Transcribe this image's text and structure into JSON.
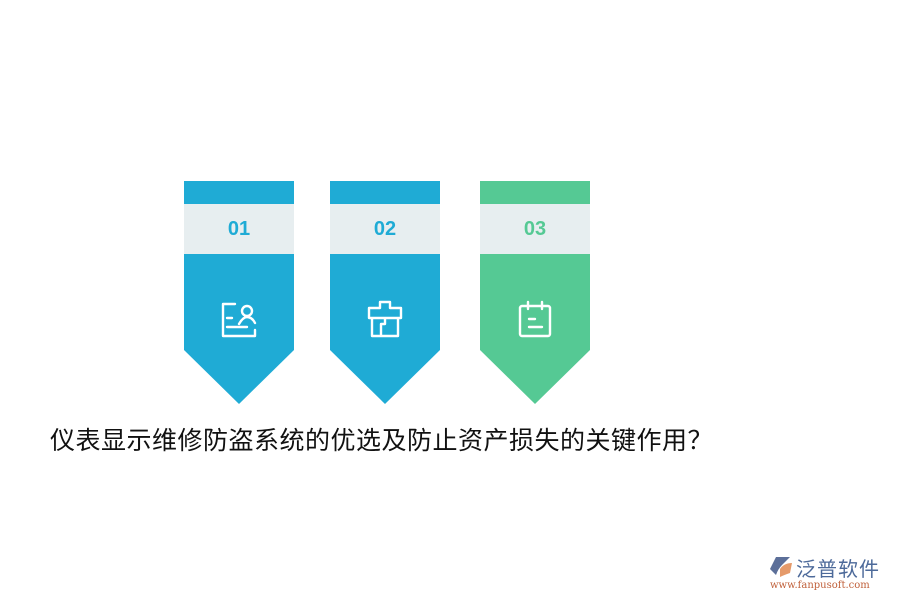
{
  "steps": [
    {
      "number": "01",
      "icon": "id-card-icon",
      "color": "#1fabd5"
    },
    {
      "number": "02",
      "icon": "box-package-icon",
      "color": "#1fabd5"
    },
    {
      "number": "03",
      "icon": "calendar-note-icon",
      "color": "#55c994"
    }
  ],
  "headline": "仪表显示维修防盗系统的优选及防止资产损失的关键作用？",
  "logo": {
    "brand": "泛普软件",
    "url": "www.fanpusoft.com"
  }
}
